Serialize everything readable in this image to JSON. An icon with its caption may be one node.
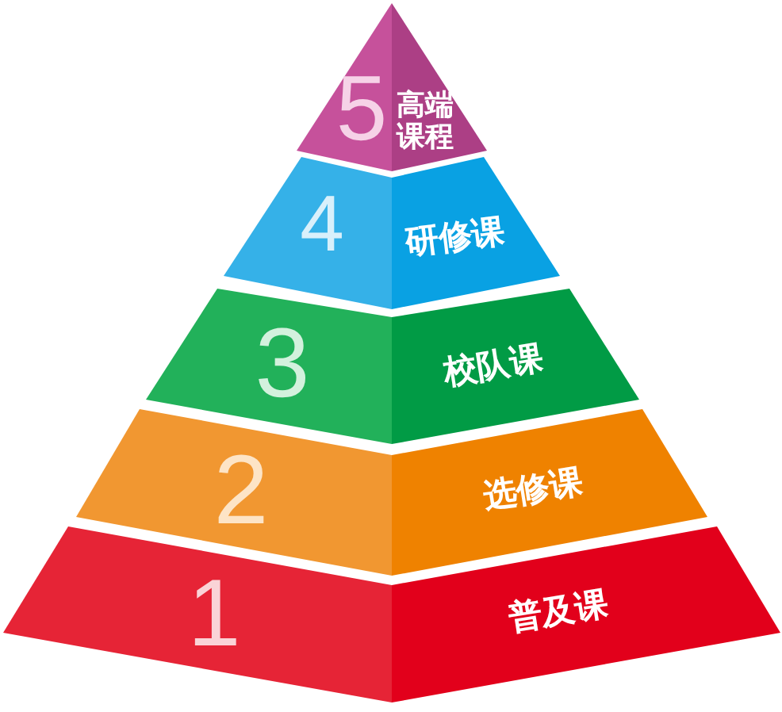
{
  "diagram": {
    "nodes": [
      {
        "text": [
          "5",
          "高端课程"
        ]
      },
      {
        "text": [
          "4",
          "研修课"
        ]
      },
      {
        "text": [
          "3",
          "校队课"
        ]
      },
      {
        "text": [
          "2",
          "选修课"
        ]
      },
      {
        "text": [
          "1",
          "普及课"
        ]
      }
    ]
  }
}
